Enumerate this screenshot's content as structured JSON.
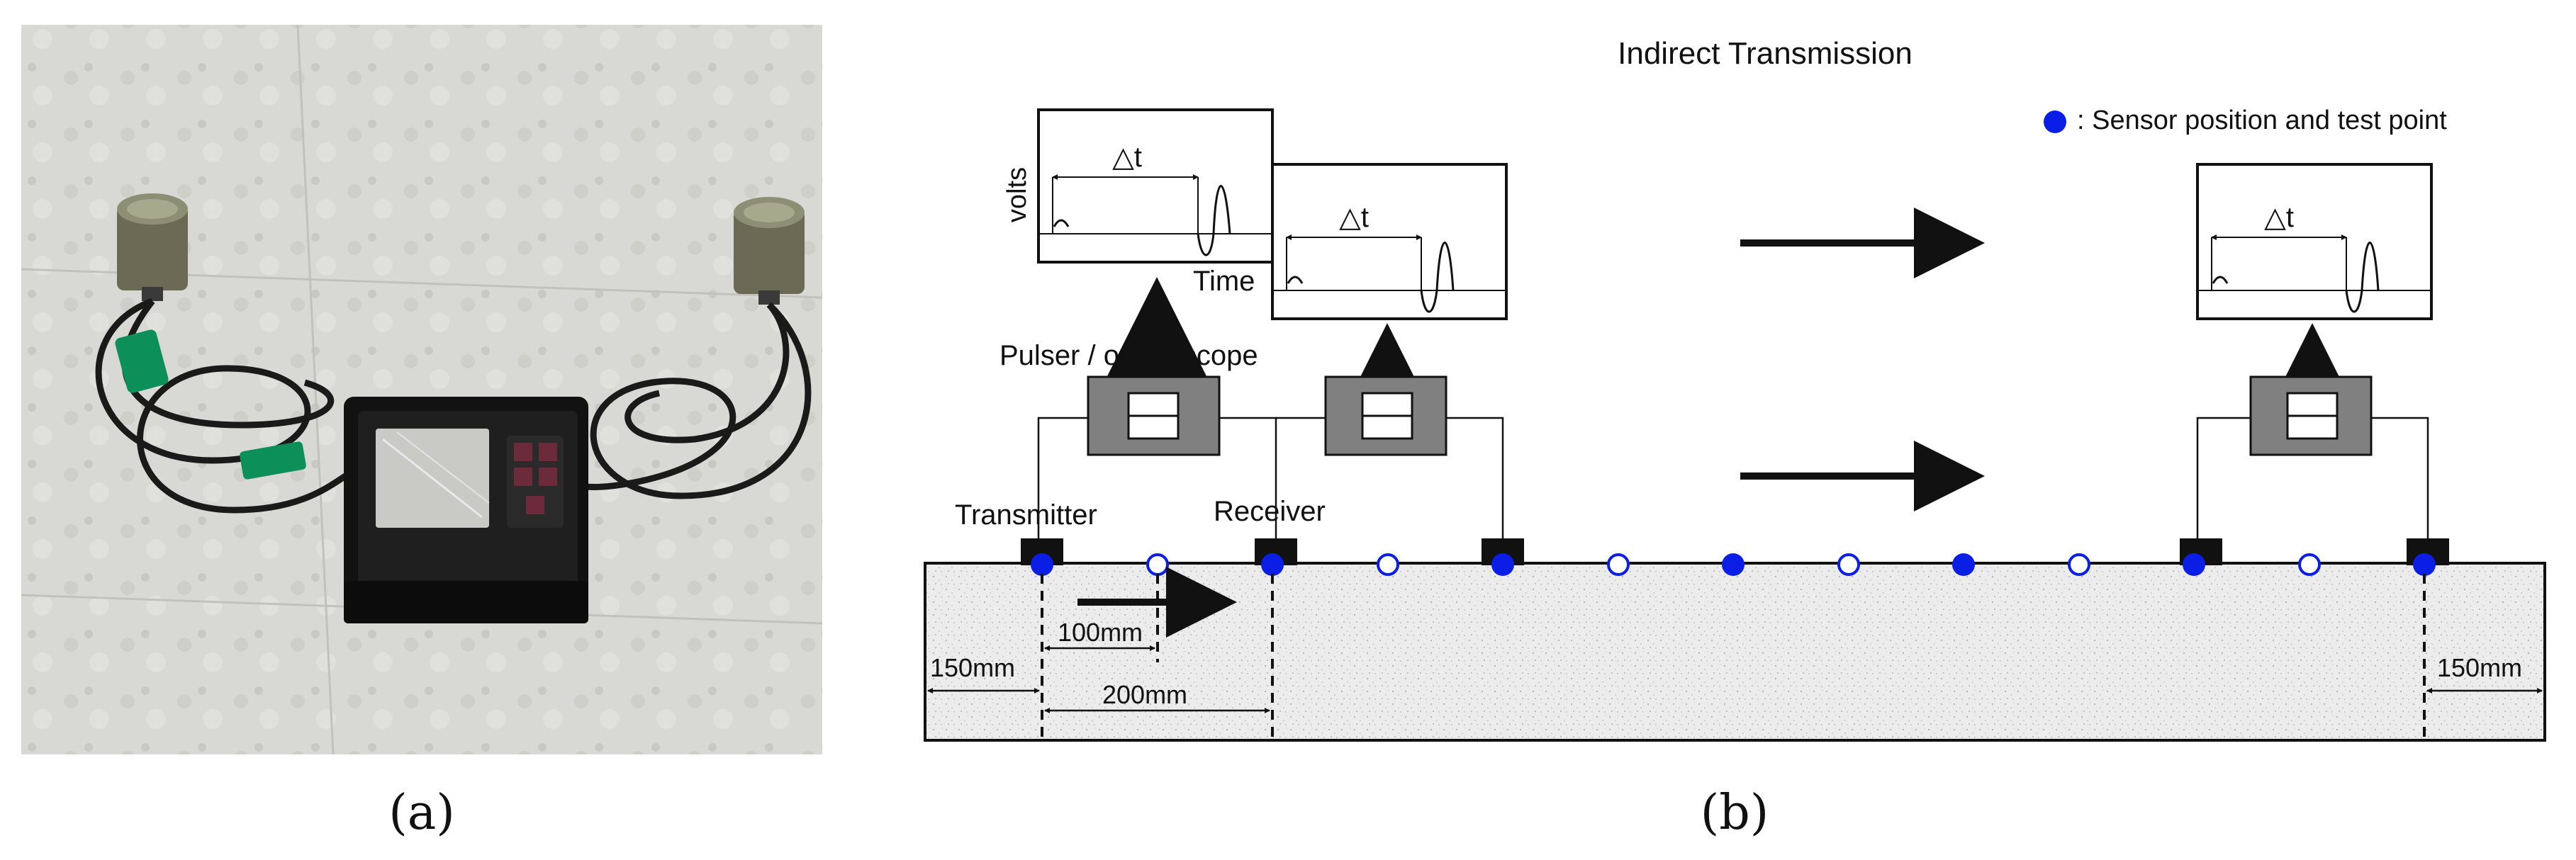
{
  "figure": {
    "caption_a": "(a)",
    "caption_b": "(b)",
    "title": "Indirect Transmission",
    "legend_text": ": Sensor position and test point",
    "labels": {
      "volts": "volts",
      "time": "Time",
      "delta_t": "△t",
      "pulser": "Pulser / oscilloscope",
      "transmitter": "Transmitter",
      "receiver": "Receiver",
      "dim_100": "100mm",
      "dim_200": "200mm",
      "dim_150_left": "150mm",
      "dim_150_right": "150mm"
    },
    "colors": {
      "sensor_blue": "#0a1ee6",
      "box_gray": "#808080",
      "transducer_black": "#111111"
    },
    "icons": [
      "ultrasonic-device-photo",
      "oscilloscope-screen",
      "pulser-box",
      "transducer-block",
      "arrow-right",
      "arrow-up"
    ]
  }
}
